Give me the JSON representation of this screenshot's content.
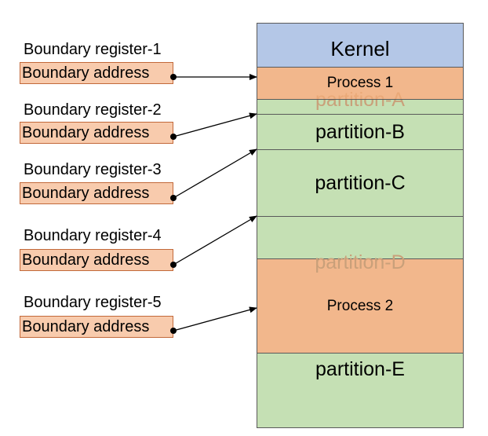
{
  "registers": [
    {
      "label": "Boundary register-1",
      "address": "Boundary address"
    },
    {
      "label": "Boundary register-2",
      "address": "Boundary address"
    },
    {
      "label": "Boundary register-3",
      "address": "Boundary address"
    },
    {
      "label": "Boundary register-4",
      "address": "Boundary address"
    },
    {
      "label": "Boundary register-5",
      "address": "Boundary address"
    }
  ],
  "memory": {
    "kernel": "Kernel",
    "partitions": [
      "partition-A",
      "partition-B",
      "partition-C",
      "partition-D",
      "partition-E"
    ],
    "processes": [
      "Process 1",
      "Process 2"
    ]
  },
  "colors": {
    "kernel": "#b4c7e7",
    "partition": "#c5e0b4",
    "process": "#f4b183",
    "register_box": "#f8cbad"
  }
}
